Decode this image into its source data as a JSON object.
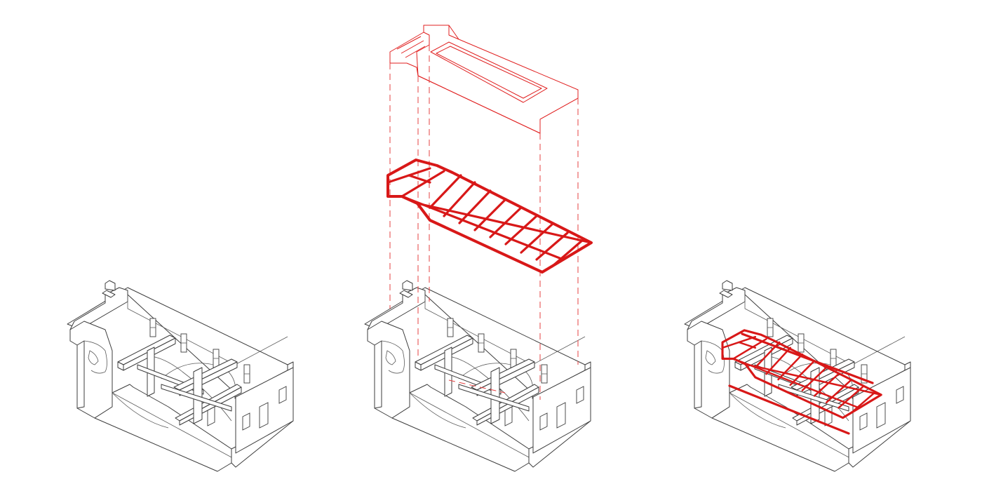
{
  "diagram": {
    "panels": [
      {
        "id": "existing",
        "state": "existing timber beam structure"
      },
      {
        "id": "exploded",
        "state": "new roof and floor grid separated from existing walls"
      },
      {
        "id": "assembled",
        "state": "new floor grid inserted into building"
      }
    ],
    "colors": {
      "existing_line": "#3c3c3c",
      "new_element": "#d81818",
      "background": "#ffffff"
    }
  }
}
